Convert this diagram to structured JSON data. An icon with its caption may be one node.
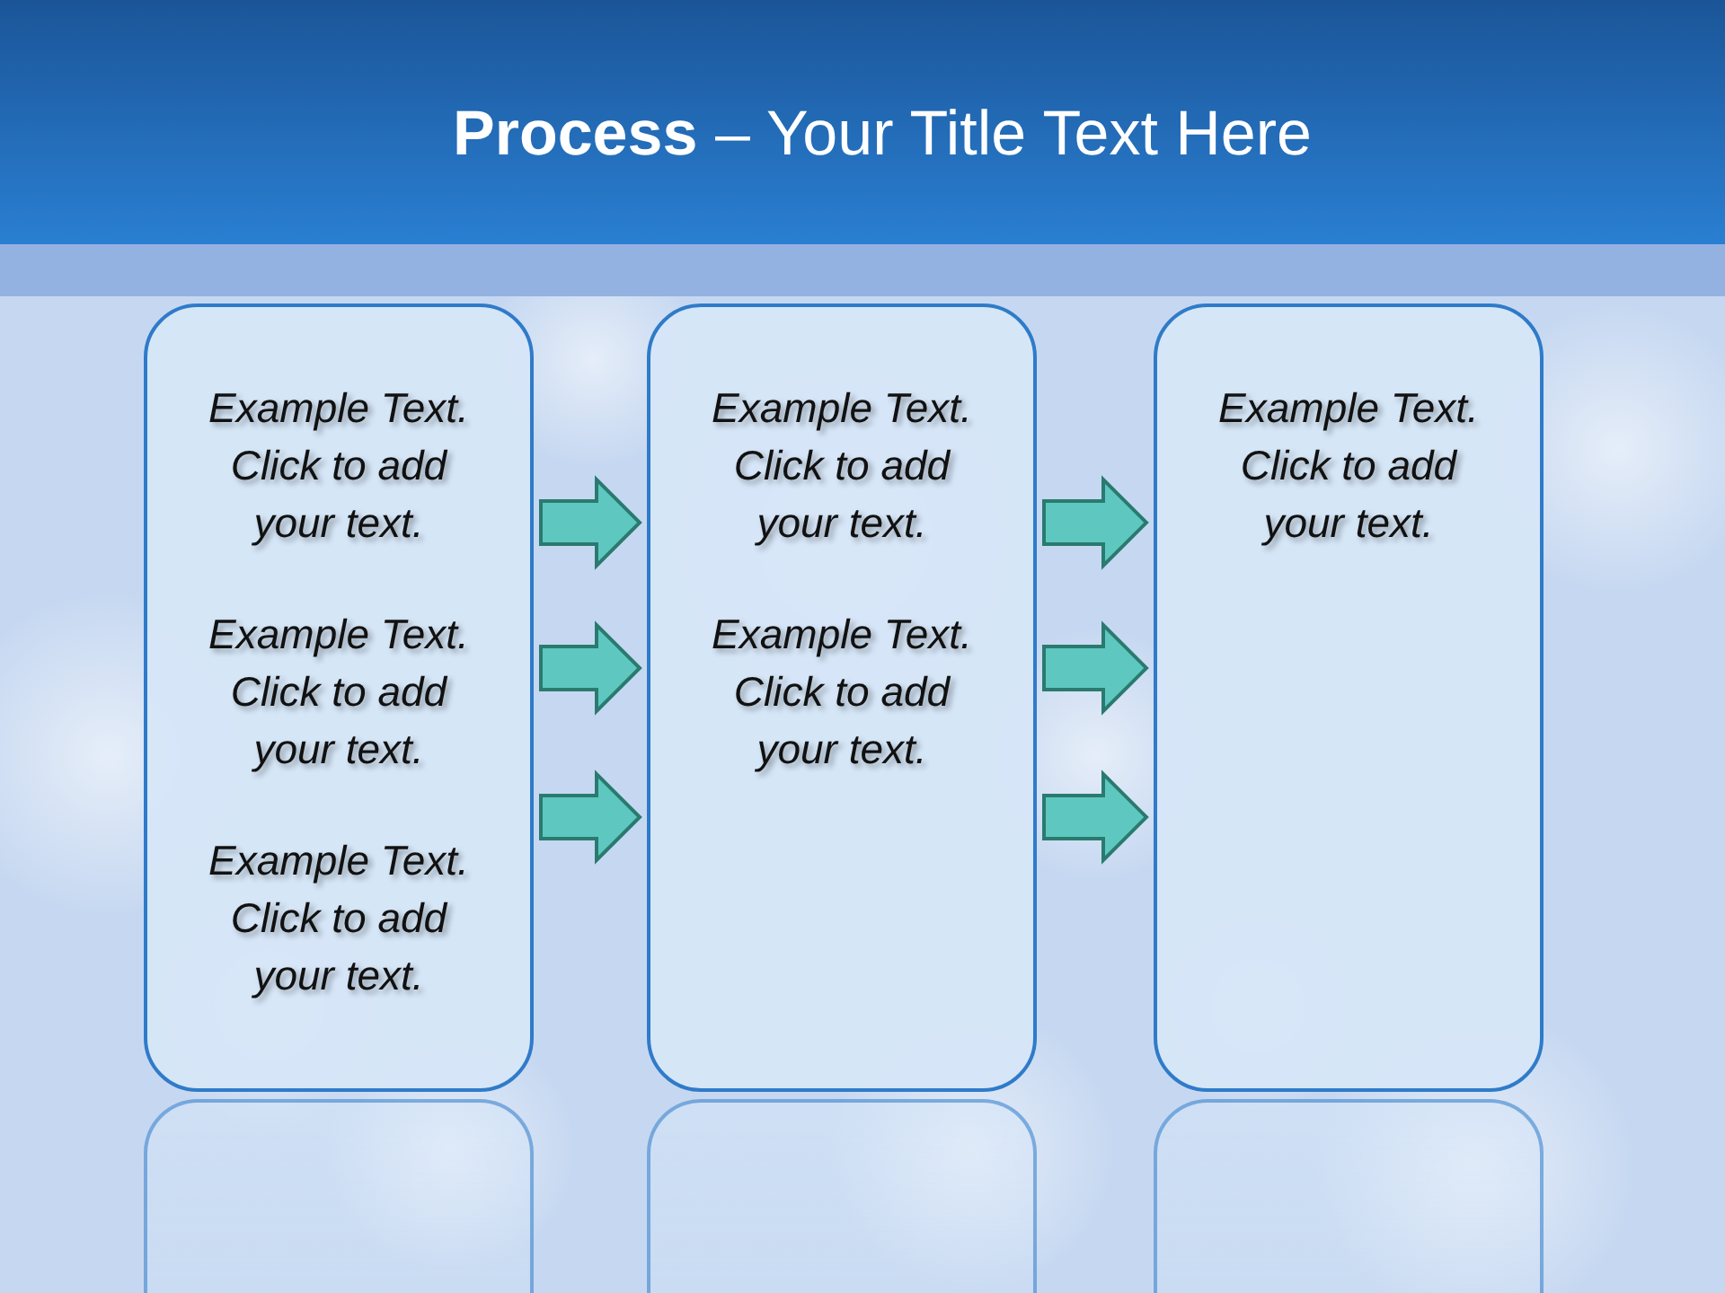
{
  "diagram": {
    "title": "**Process** – Your Title Text Here",
    "nodes": [
      {
        "text": [
          "Example Text. Click to add your text.",
          "Example Text. Click to add your text.",
          "Example Text. Click to add your text."
        ]
      },
      {
        "text": [
          "Example Text. Click to add your text.",
          "Example Text. Click to add your text."
        ]
      },
      {
        "text": [
          "Example Text. Click to add your text."
        ]
      },
      {
        "text": [],
        "shape": "box"
      },
      {
        "text": [],
        "shape": "box"
      },
      {
        "text": [],
        "shape": "box"
      }
    ],
    "edges": [
      {
        "from": 0,
        "to": 1,
        "arrow": "to"
      },
      {
        "from": 0,
        "to": 1,
        "arrow": "to"
      },
      {
        "from": 0,
        "to": 1,
        "arrow": "to"
      },
      {
        "from": 1,
        "to": 2,
        "arrow": "to"
      },
      {
        "from": 1,
        "to": 2,
        "arrow": "to"
      },
      {
        "from": 1,
        "to": 2,
        "arrow": "to"
      }
    ]
  }
}
